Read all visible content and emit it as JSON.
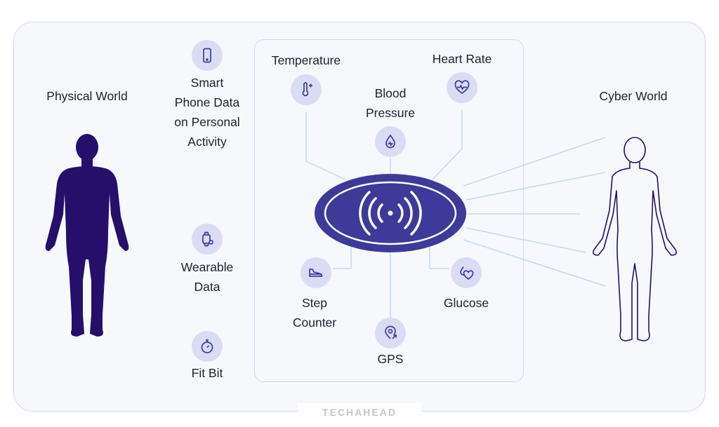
{
  "colors": {
    "accent": "#3e3a9a",
    "figure_dark": "#250f6b",
    "icon_bg": "#dadcf4",
    "line": "#c5d9ea"
  },
  "physical": {
    "title": "Physical World"
  },
  "cyber": {
    "title": "Cyber World"
  },
  "left_sources": [
    {
      "label": "Smart\nPhone Data\non Personal\nActivity",
      "icon": "smartphone-icon"
    },
    {
      "label": "Wearable\nData",
      "icon": "smartwatch-icon"
    },
    {
      "label": "Fit Bit",
      "icon": "stopwatch-icon"
    }
  ],
  "sensors": {
    "temperature": {
      "label": "Temperature",
      "icon": "thermometer-icon"
    },
    "heart_rate": {
      "label": "Heart Rate",
      "icon": "heart-pulse-icon"
    },
    "blood_pressure": {
      "label": "Blood\nPressure",
      "icon": "blood-drop-icon"
    },
    "step_counter": {
      "label": "Step\nCounter",
      "icon": "shoe-icon"
    },
    "gps": {
      "label": "GPS",
      "icon": "location-pin-icon"
    },
    "glucose": {
      "label": "Glucose",
      "icon": "glucose-icon"
    }
  },
  "hub": {
    "icon": "wireless-signal-icon"
  },
  "brand": "TECHAHEAD"
}
